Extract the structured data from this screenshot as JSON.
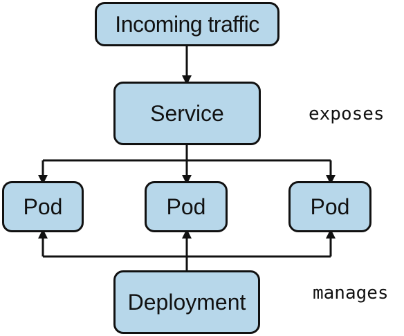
{
  "nodes": {
    "incoming": "Incoming traffic",
    "service": "Service",
    "pod_left": "Pod",
    "pod_middle": "Pod",
    "pod_right": "Pod",
    "deployment": "Deployment"
  },
  "annotations": {
    "exposes": "exposes",
    "manages": "manages"
  },
  "colors": {
    "node_fill": "#b7d7ea",
    "stroke": "#111111"
  }
}
